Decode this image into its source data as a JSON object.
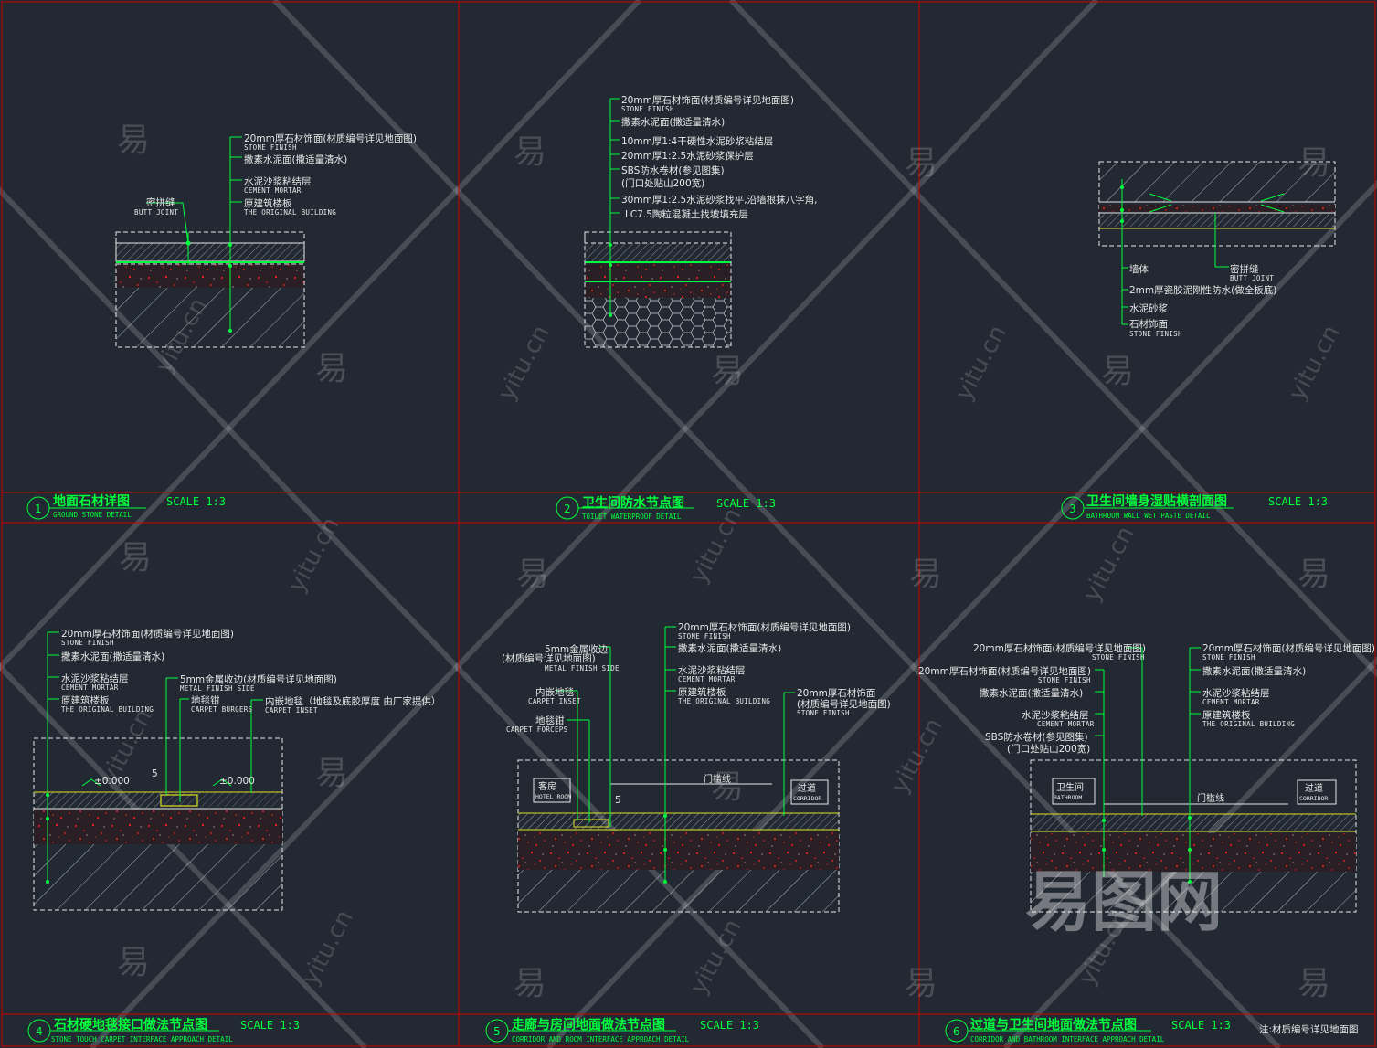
{
  "panels": [
    {
      "num": "1",
      "title": "地面石材详图",
      "subtitle": "GROUND STONE DETAIL",
      "scale": "SCALE 1:3",
      "labels": [
        {
          "cn": "20mm厚石材饰面(材质编号详见地面图)",
          "en": "STONE FINISH"
        },
        {
          "cn": "撒素水泥面(撒适量清水)",
          "en": ""
        },
        {
          "cn": "水泥沙浆粘结层",
          "en": "CEMENT MORTAR"
        },
        {
          "cn": "原建筑楼板",
          "en": "THE ORIGINAL BUILDING"
        },
        {
          "cn": "密拼缝",
          "en": "BUTT JOINT"
        }
      ]
    },
    {
      "num": "2",
      "title": "卫生间防水节点图",
      "subtitle": "TOILET WATERPROOF DETAIL",
      "scale": "SCALE 1:3",
      "labels": [
        {
          "cn": "20mm厚石材饰面(材质编号详见地面图)",
          "en": "STONE FINISH"
        },
        {
          "cn": "撒素水泥面(撒适量清水)",
          "en": ""
        },
        {
          "cn": "10mm厚1:4干硬性水泥砂浆粘结层",
          "en": ""
        },
        {
          "cn": "20mm厚1:2.5水泥砂浆保护层",
          "en": ""
        },
        {
          "cn": "SBS防水卷材(参见图集)",
          "en": ""
        },
        {
          "cn": "(门口处贴山200宽)",
          "en": ""
        },
        {
          "cn": "30mm厚1:2.5水泥砂浆找平,沿墙根抹八字角,",
          "en": ""
        },
        {
          "cn": "LC7.5陶粒混凝土找坡填充层",
          "en": ""
        }
      ]
    },
    {
      "num": "3",
      "title": "卫生间墙身湿贴横剖面图",
      "subtitle": "BATHROOM WALL WET PASTE DETAIL",
      "scale": "SCALE 1:3",
      "labels": [
        {
          "cn": "墙体",
          "en": ""
        },
        {
          "cn": "密拼缝",
          "en": "BUTT JOINT"
        },
        {
          "cn": "2mm厚瓷胶泥刚性防水(做全板底)",
          "en": ""
        },
        {
          "cn": "水泥砂浆",
          "en": ""
        },
        {
          "cn": "石材饰面",
          "en": "STONE FINISH"
        }
      ]
    },
    {
      "num": "4",
      "title": "石材硬地毯接口做法节点图",
      "subtitle": "STONE TOUCH CARPET INTERFACE APPROACH DETAIL",
      "scale": "SCALE 1:3",
      "labels": [
        {
          "cn": "20mm厚石材饰面(材质编号详见地面图)",
          "en": "STONE FINISH"
        },
        {
          "cn": "撒素水泥面(撒适量清水)",
          "en": ""
        },
        {
          "cn": "水泥沙浆粘结层",
          "en": "CEMENT MORTAR"
        },
        {
          "cn": "原建筑楼板",
          "en": "THE ORIGINAL BUILDING"
        },
        {
          "cn": "5mm金属收边(材质编号详见地面图)",
          "en": "METAL FINISH SIDE"
        },
        {
          "cn": "地毯钳",
          "en": "CARPET BURGERS"
        },
        {
          "cn": "内嵌地毯（地毯及底胶厚度 由厂家提供）",
          "en": "CARPET INSET"
        },
        {
          "cn": "±0.000",
          "en": ""
        },
        {
          "cn": "±0.000",
          "en": ""
        },
        {
          "cn": "5",
          "en": ""
        }
      ]
    },
    {
      "num": "5",
      "title": "走廊与房间地面做法节点图",
      "subtitle": "CORRIDOR AND ROOM INTERFACE APPROACH DETAIL",
      "scale": "SCALE 1:3",
      "labels": [
        {
          "cn": "5mm金属收边",
          "en": ""
        },
        {
          "cn": "(材质编号详见地面图)",
          "en": "METAL FINISH SIDE"
        },
        {
          "cn": "内嵌地毯",
          "en": "CARPET INSET"
        },
        {
          "cn": "地毯钳",
          "en": "CARPET FORCEPS"
        },
        {
          "cn": "20mm厚石材饰面(材质编号详见地面图)",
          "en": "STONE FINISH"
        },
        {
          "cn": "撒素水泥面(撒适量清水)",
          "en": ""
        },
        {
          "cn": "水泥沙浆粘结层",
          "en": "CEMENT MORTAR"
        },
        {
          "cn": "原建筑楼板",
          "en": "THE ORIGINAL BUILDING"
        },
        {
          "cn": "20mm厚石材饰面",
          "en": ""
        },
        {
          "cn": "(材质编号详见地面图)",
          "en": "STONE FINISH"
        },
        {
          "cn": "门槛线",
          "en": ""
        },
        {
          "cn": "5",
          "en": ""
        }
      ],
      "rooms": [
        {
          "cn": "客房",
          "en": "HOTEL ROOM"
        },
        {
          "cn": "过道",
          "en": "CORRIDOR"
        }
      ]
    },
    {
      "num": "6",
      "title": "过道与卫生间地面做法节点图",
      "subtitle": "CORRIDOR AND BATHROOM INTERFACE APPROACH DETAIL",
      "scale": "SCALE 1:3",
      "labels": [
        {
          "cn": "20mm厚石材饰面(材质编号详见地面图)",
          "en": "STONE FINISH"
        },
        {
          "cn": "20mm厚石材饰面(材质编号详见地面图)",
          "en": "STONE FINISH"
        },
        {
          "cn": "撒素水泥面(撒适量清水)",
          "en": ""
        },
        {
          "cn": "水泥沙浆粘结层",
          "en": "CEMENT MORTAR"
        },
        {
          "cn": "SBS防水卷材(参见图集)",
          "en": ""
        },
        {
          "cn": "(门口处贴山200宽)",
          "en": ""
        },
        {
          "cn": "20mm厚石材饰面(材质编号详见地面图)",
          "en": "STONE FINISH"
        },
        {
          "cn": "撒素水泥面(撒适量清水)",
          "en": ""
        },
        {
          "cn": "水泥沙浆粘结层",
          "en": "CEMENT MORTAR"
        },
        {
          "cn": "原建筑楼板",
          "en": "THE ORIGINAL BUILDING"
        },
        {
          "cn": "门槛线",
          "en": ""
        }
      ],
      "rooms": [
        {
          "cn": "卫生间",
          "en": "BATHROOM"
        },
        {
          "cn": "过道",
          "en": "CORRIDOR"
        }
      ],
      "note": "注:材质编号详见地面图"
    }
  ],
  "watermark": {
    "glyph": "易",
    "url": "yitu.cn",
    "logo": "易图网"
  },
  "colors": {
    "background": "#222932",
    "frame": "#d00000",
    "leader": "#00ff3c",
    "line": "#e8e8e8",
    "accent": "#e0e020",
    "speckle": "#e01010"
  }
}
